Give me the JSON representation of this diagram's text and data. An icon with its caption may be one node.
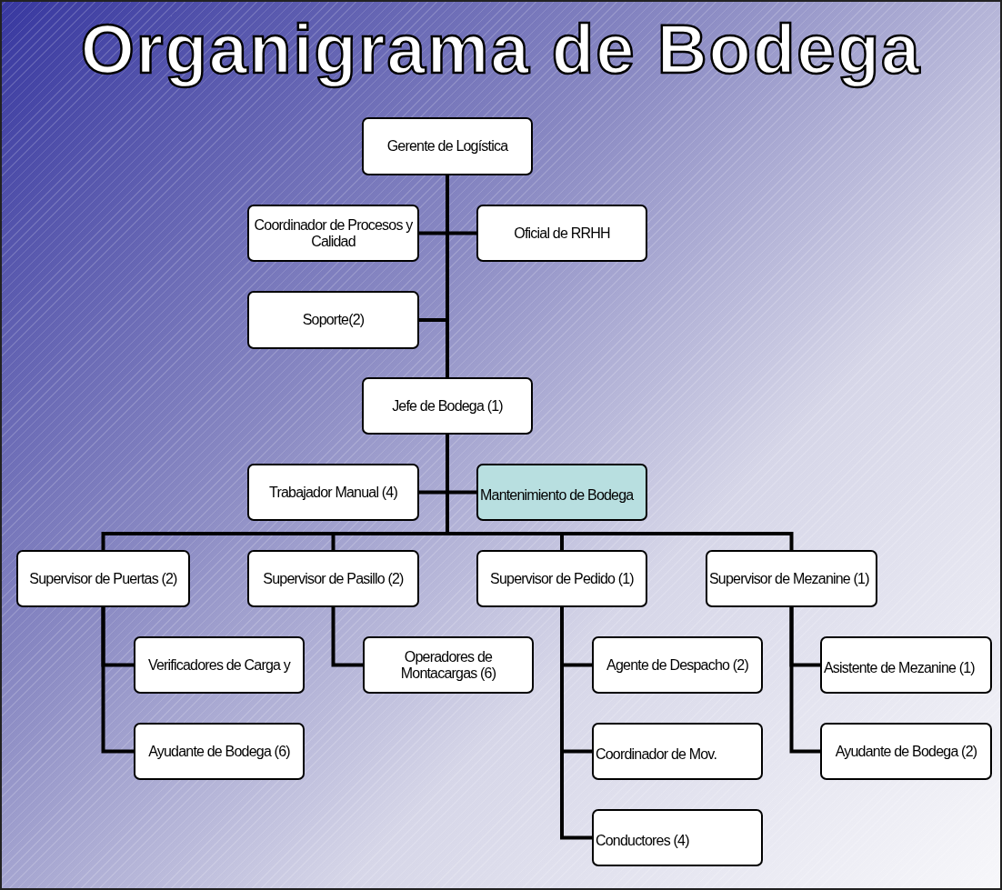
{
  "diagram": {
    "title": "Organigrama de Bodega",
    "nodes": [
      {
        "text": [
          "Gerente de Logística"
        ]
      },
      {
        "text": [
          "Coordinador de Procesos y Calidad"
        ]
      },
      {
        "text": [
          "Oficial de RRHH"
        ]
      },
      {
        "text": [
          "Soporte(2)"
        ]
      },
      {
        "text": [
          "Jefe de Bodega (1)"
        ]
      },
      {
        "text": [
          "Trabajador Manual (4)"
        ]
      },
      {
        "text": [
          "Mantenimiento de Bodega"
        ]
      },
      {
        "text": [
          "Supervisor de Puertas (2)"
        ]
      },
      {
        "text": [
          "Supervisor de Pasillo (2)"
        ]
      },
      {
        "text": [
          "Supervisor de Pedido (1)"
        ]
      },
      {
        "text": [
          "Supervisor de Mezanine (1)"
        ]
      },
      {
        "text": [
          "Verificadores de Carga y"
        ]
      },
      {
        "text": [
          "Ayudante de Bodega (6)"
        ]
      },
      {
        "text": [
          "Operadores de Montacargas (6)"
        ]
      },
      {
        "text": [
          "Agente de Despacho (2)"
        ]
      },
      {
        "text": [
          "Coordinador de Mov."
        ]
      },
      {
        "text": [
          "Conductores (4)"
        ]
      },
      {
        "text": [
          "Asistente de Mezanine (1)"
        ]
      },
      {
        "text": [
          "Ayudante de Bodega (2)"
        ]
      }
    ],
    "edges": [
      {
        "from": 0,
        "to": 1,
        "arrow": "none"
      },
      {
        "from": 0,
        "to": 2,
        "arrow": "none"
      },
      {
        "from": 0,
        "to": 3,
        "arrow": "none"
      },
      {
        "from": 0,
        "to": 4,
        "arrow": "none"
      },
      {
        "from": 4,
        "to": 5,
        "arrow": "none"
      },
      {
        "from": 4,
        "to": 6,
        "arrow": "none"
      },
      {
        "from": 4,
        "to": 7,
        "arrow": "none"
      },
      {
        "from": 4,
        "to": 8,
        "arrow": "none"
      },
      {
        "from": 4,
        "to": 9,
        "arrow": "none"
      },
      {
        "from": 4,
        "to": 10,
        "arrow": "none"
      },
      {
        "from": 7,
        "to": 11,
        "arrow": "none"
      },
      {
        "from": 7,
        "to": 12,
        "arrow": "none"
      },
      {
        "from": 8,
        "to": 13,
        "arrow": "none"
      },
      {
        "from": 9,
        "to": 14,
        "arrow": "none"
      },
      {
        "from": 9,
        "to": 15,
        "arrow": "none"
      },
      {
        "from": 9,
        "to": 16,
        "arrow": "none"
      },
      {
        "from": 10,
        "to": 17,
        "arrow": "none"
      },
      {
        "from": 10,
        "to": 18,
        "arrow": "none"
      }
    ]
  }
}
